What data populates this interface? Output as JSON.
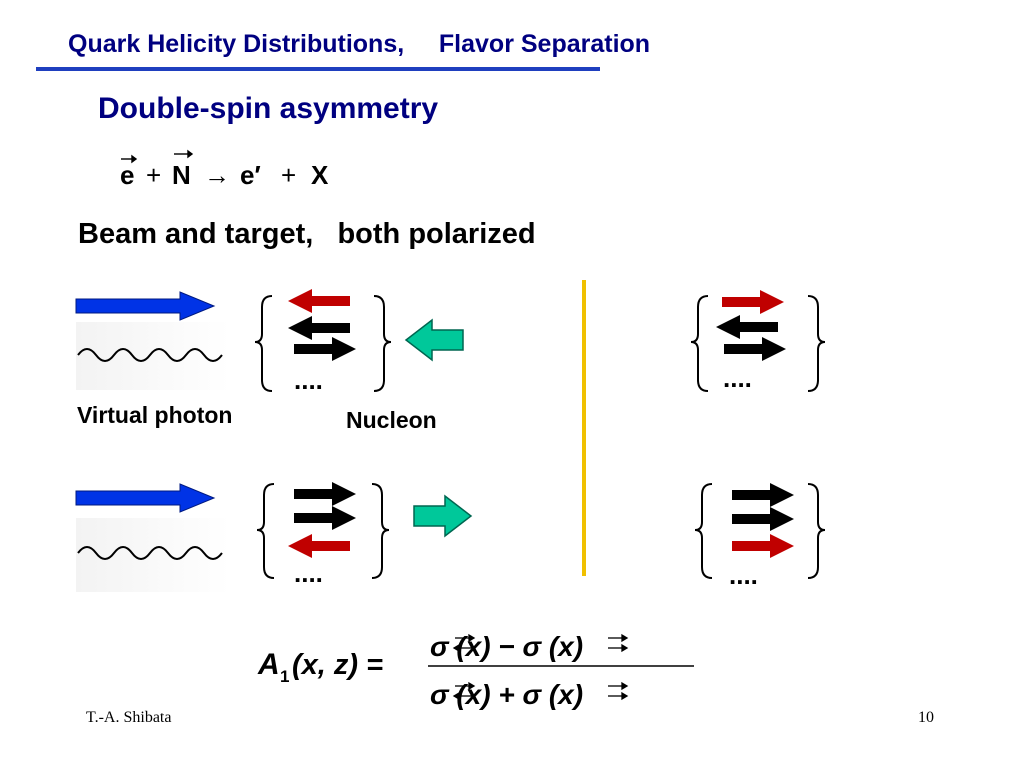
{
  "slide": {
    "title": "Quark Helicity Distributions,     Flavor Separation",
    "subtitle": "Double-spin asymmetry",
    "statement": "Beam and target,   both polarized",
    "labels": {
      "virtual_photon": "Virtual photon",
      "nucleon": "Nucleon"
    },
    "reaction": {
      "beam": "e",
      "plus1": "+",
      "target": "N",
      "arrow": "→",
      "scattered": "e′",
      "plus2": "+",
      "final": "X"
    },
    "dots": "....",
    "formula": {
      "lhs_A": "A",
      "lhs_sub": "1",
      "lhs_args": "(x, z) =",
      "numerator": "σ (x) − σ (x)",
      "denominator": "σ (x) + σ (x)"
    },
    "footer": {
      "author": "T.-A. Shibata",
      "page": "10"
    },
    "colors": {
      "title": "#000080",
      "photon_arrow": "#0033e6",
      "spin_red": "#c00000",
      "spin_black": "#000000",
      "indicator_arrow": "#00c89a",
      "divider": "#f0c000"
    }
  }
}
